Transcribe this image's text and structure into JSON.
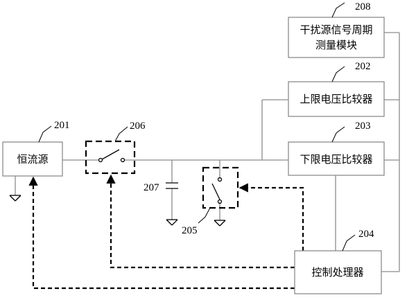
{
  "blocks": {
    "current_source": {
      "label": "恒流源",
      "ref": "201"
    },
    "upper_comparator": {
      "label": "上限电压比较器",
      "ref": "202"
    },
    "lower_comparator": {
      "label": "下限电压比较器",
      "ref": "203"
    },
    "controller": {
      "label": "控制处理器",
      "ref": "204"
    },
    "interference_module": {
      "label_line1": "干扰源信号周期",
      "label_line2": "测量模块",
      "ref": "208"
    }
  },
  "components": {
    "discharge_switch": {
      "ref": "205"
    },
    "charge_switch": {
      "ref": "206"
    },
    "capacitor": {
      "ref": "207"
    }
  }
}
